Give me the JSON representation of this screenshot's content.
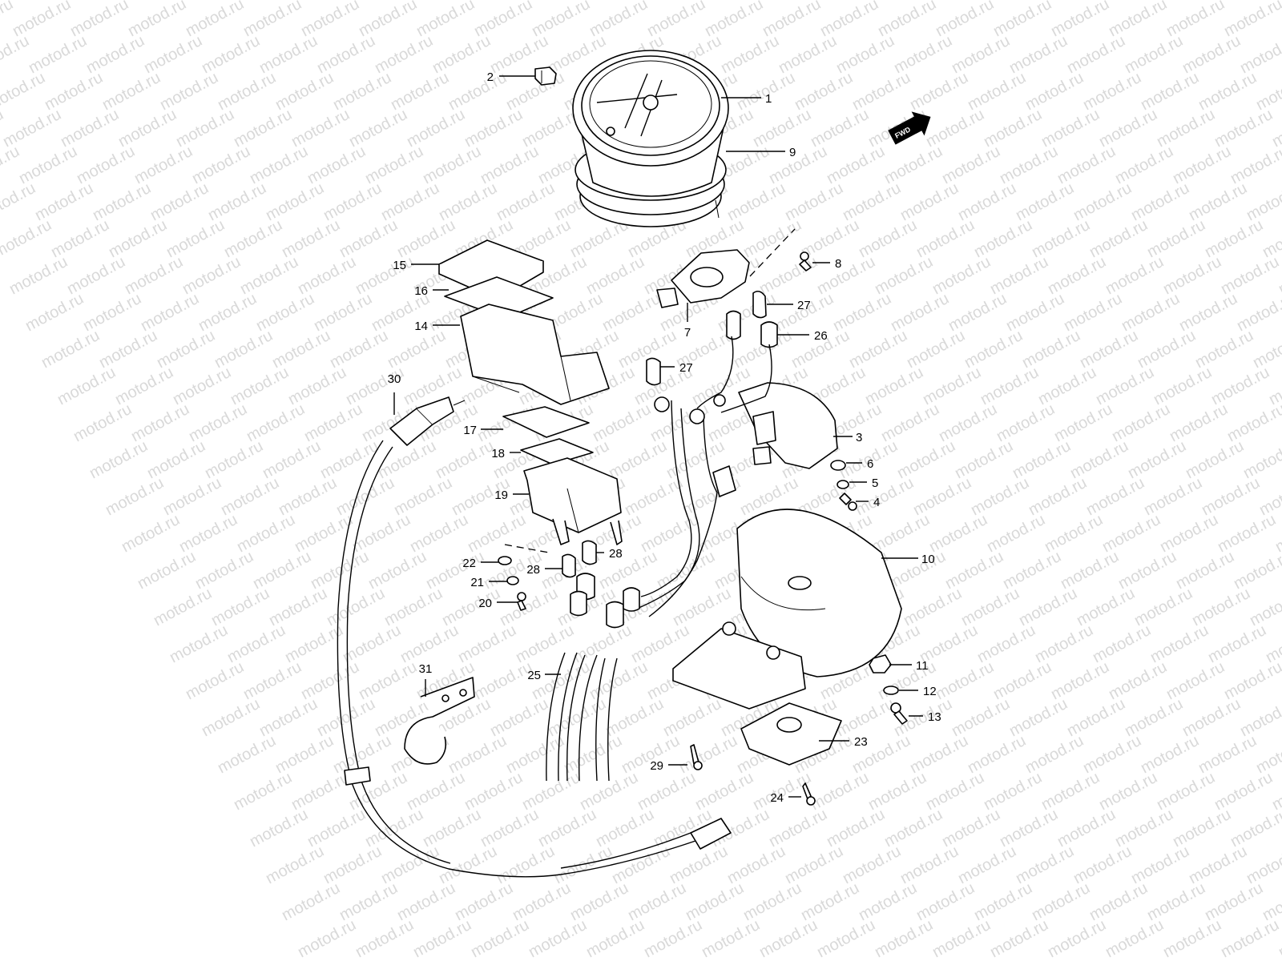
{
  "watermark": "motod.ru",
  "fwd_label": "FWD",
  "callouts": [
    {
      "id": "c1",
      "label": "1"
    },
    {
      "id": "c2",
      "label": "2"
    },
    {
      "id": "c3",
      "label": "3"
    },
    {
      "id": "c4",
      "label": "4"
    },
    {
      "id": "c5",
      "label": "5"
    },
    {
      "id": "c6",
      "label": "6"
    },
    {
      "id": "c7",
      "label": "7"
    },
    {
      "id": "c8",
      "label": "8"
    },
    {
      "id": "c9",
      "label": "9"
    },
    {
      "id": "c10",
      "label": "10"
    },
    {
      "id": "c11",
      "label": "11"
    },
    {
      "id": "c12",
      "label": "12"
    },
    {
      "id": "c13",
      "label": "13"
    },
    {
      "id": "c14",
      "label": "14"
    },
    {
      "id": "c15",
      "label": "15"
    },
    {
      "id": "c16",
      "label": "16"
    },
    {
      "id": "c17",
      "label": "17"
    },
    {
      "id": "c18",
      "label": "18"
    },
    {
      "id": "c19",
      "label": "19"
    },
    {
      "id": "c20",
      "label": "20"
    },
    {
      "id": "c21",
      "label": "21"
    },
    {
      "id": "c22",
      "label": "22"
    },
    {
      "id": "c23",
      "label": "23"
    },
    {
      "id": "c24",
      "label": "24"
    },
    {
      "id": "c25",
      "label": "25"
    },
    {
      "id": "c26",
      "label": "26"
    },
    {
      "id": "c27a",
      "label": "27"
    },
    {
      "id": "c27b",
      "label": "27"
    },
    {
      "id": "c28a",
      "label": "28"
    },
    {
      "id": "c28b",
      "label": "28"
    },
    {
      "id": "c29",
      "label": "29"
    },
    {
      "id": "c30",
      "label": "30"
    },
    {
      "id": "c31",
      "label": "31"
    }
  ]
}
